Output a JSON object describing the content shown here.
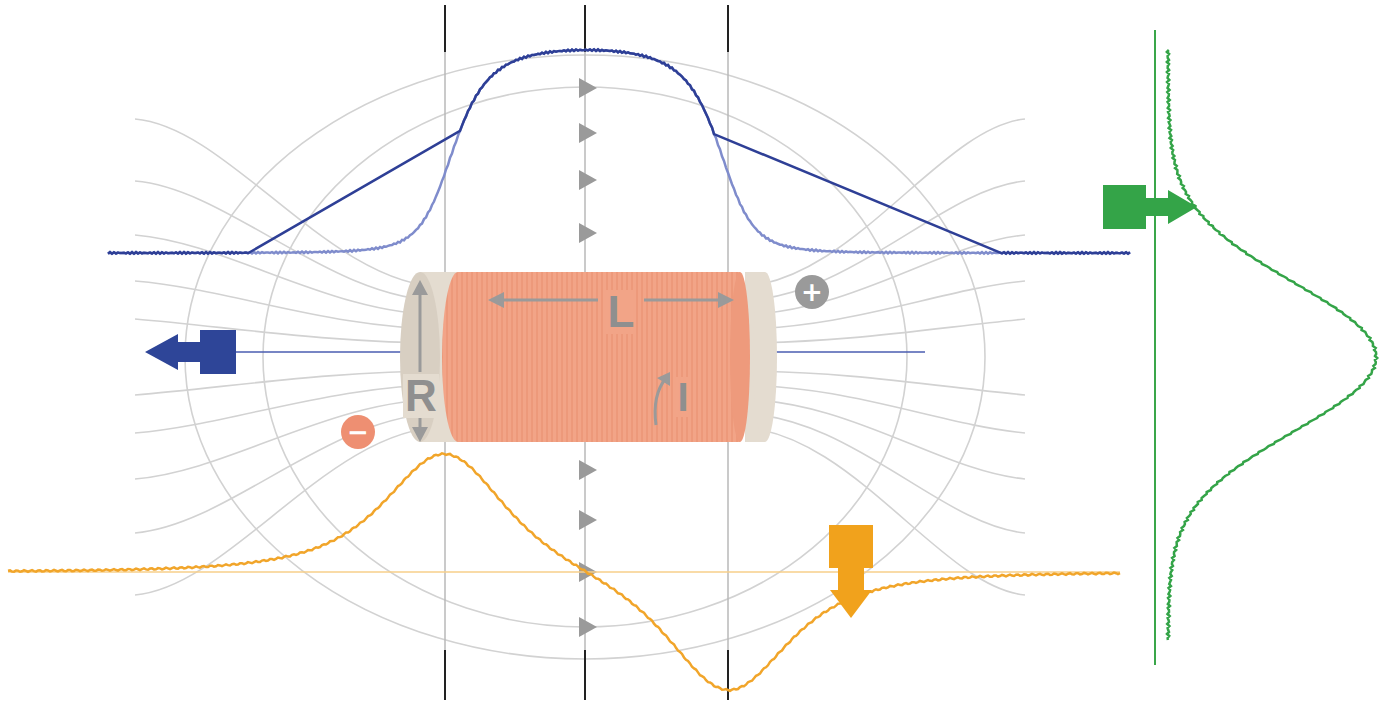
{
  "diagram": {
    "nodes": [
      {
        "text": [
          "+"
        ]
      },
      {
        "text": [
          "−"
        ]
      }
    ],
    "labels": [
      "L",
      "R",
      "I"
    ]
  }
}
